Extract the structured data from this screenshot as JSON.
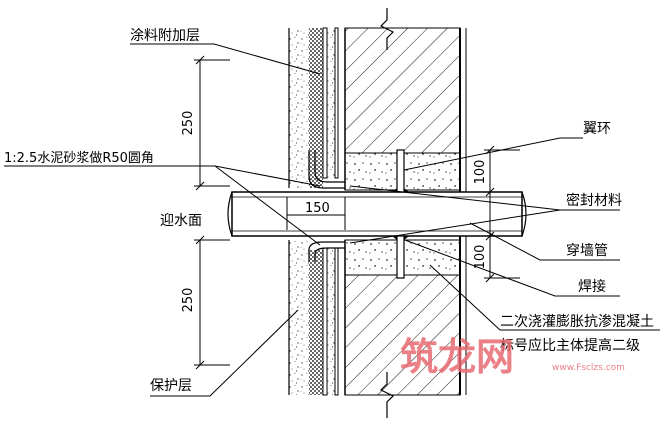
{
  "labels": {
    "coating": "涂料附加层",
    "mortar": "1:2.5水泥砂浆做R50圆角",
    "water_face": "迎水面",
    "protective": "保护层",
    "wing_ring": "翼环",
    "seal": "密封材料",
    "pipe": "穿墙管",
    "weld": "焊接",
    "concrete_1": "二次浇灌膨胀抗渗混凝土",
    "concrete_2": "标号应比主体提高二级"
  },
  "dimensions": {
    "upper_height": "250",
    "lower_height": "250",
    "chamfer_width": "150",
    "ring_upper": "100",
    "ring_lower": "100"
  },
  "watermark": {
    "text": "筑龙网",
    "url": "www.Fsclzs.com",
    "color": "#e86a72"
  }
}
